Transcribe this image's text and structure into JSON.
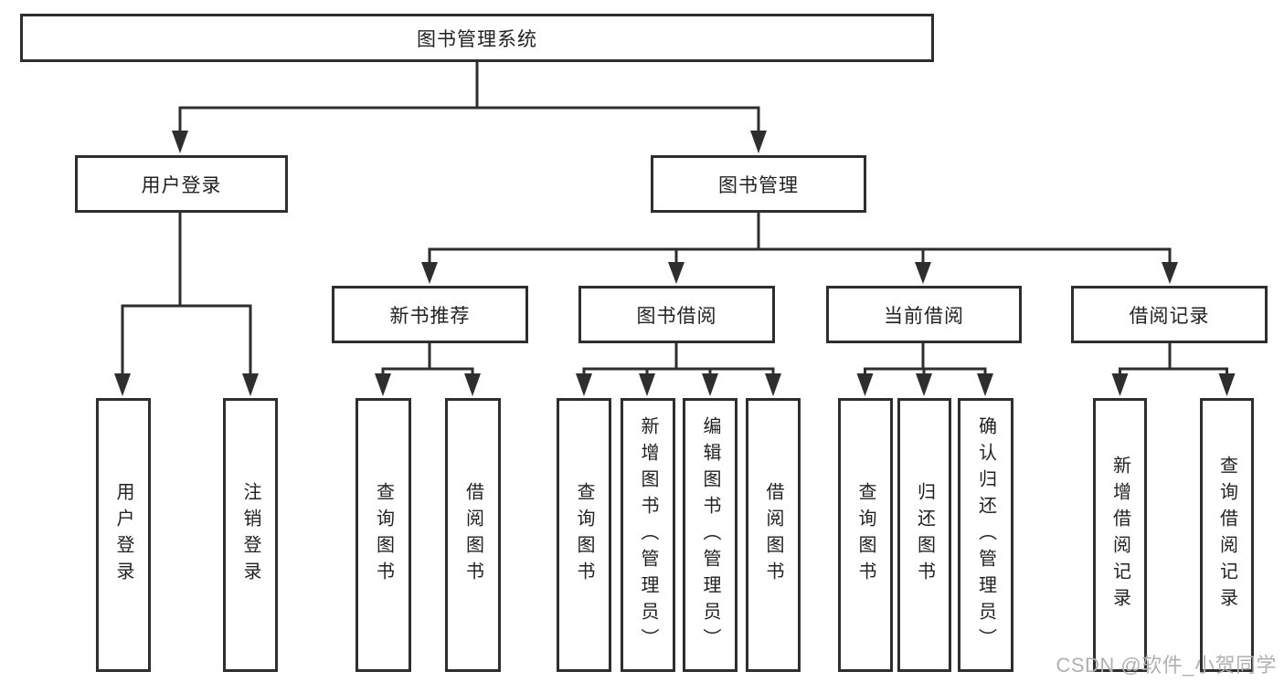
{
  "tree": {
    "root": {
      "label": "图书管理系统"
    },
    "branches": [
      {
        "label": "用户登录",
        "children": [
          "用户登录",
          "注销登录"
        ]
      },
      {
        "label": "图书管理",
        "sections": [
          {
            "label": "新书推荐",
            "children": [
              "查询图书",
              "借阅图书"
            ]
          },
          {
            "label": "图书借阅",
            "children": [
              "查询图书",
              "新增图书（管理员）",
              "编辑图书（管理员）",
              "借阅图书"
            ]
          },
          {
            "label": "当前借阅",
            "children": [
              "查询图书",
              "归还图书",
              "确认归还（管理员）"
            ]
          },
          {
            "label": "借阅记录",
            "children": [
              "新增借阅记录",
              "查询借阅记录"
            ]
          }
        ]
      }
    ]
  },
  "watermark": "CSDN @软件_小贺同学",
  "colors": {
    "line": "#2e2e2e",
    "text": "#222222",
    "background": "#ffffff",
    "watermark": "#b0b0b0"
  }
}
